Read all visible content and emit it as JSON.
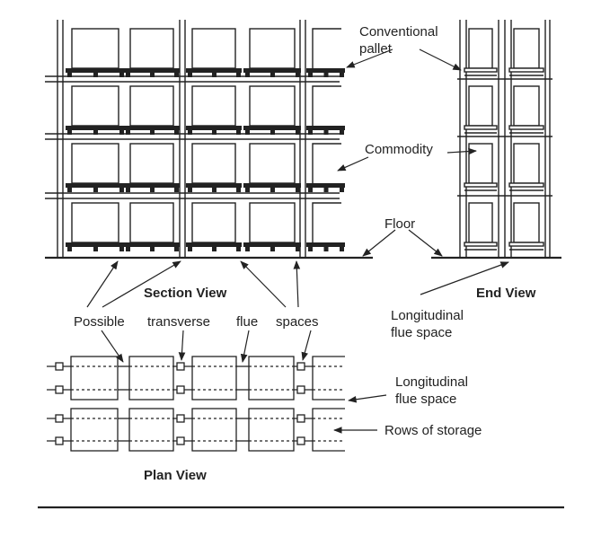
{
  "labels": {
    "conventional_pallet_1": "Conventional",
    "conventional_pallet_2": "pallet",
    "commodity": "Commodity",
    "floor": "Floor",
    "section_view": "Section View",
    "end_view": "End View",
    "possible": "Possible",
    "transverse": "transverse",
    "flue": "flue",
    "spaces": "spaces",
    "longitudinal_end_1": "Longitudinal",
    "longitudinal_end_2": "flue space",
    "longitudinal_plan_1": "Longitudinal",
    "longitudinal_plan_2": "flue space",
    "rows_of_storage": "Rows of storage",
    "plan_view": "Plan View"
  }
}
